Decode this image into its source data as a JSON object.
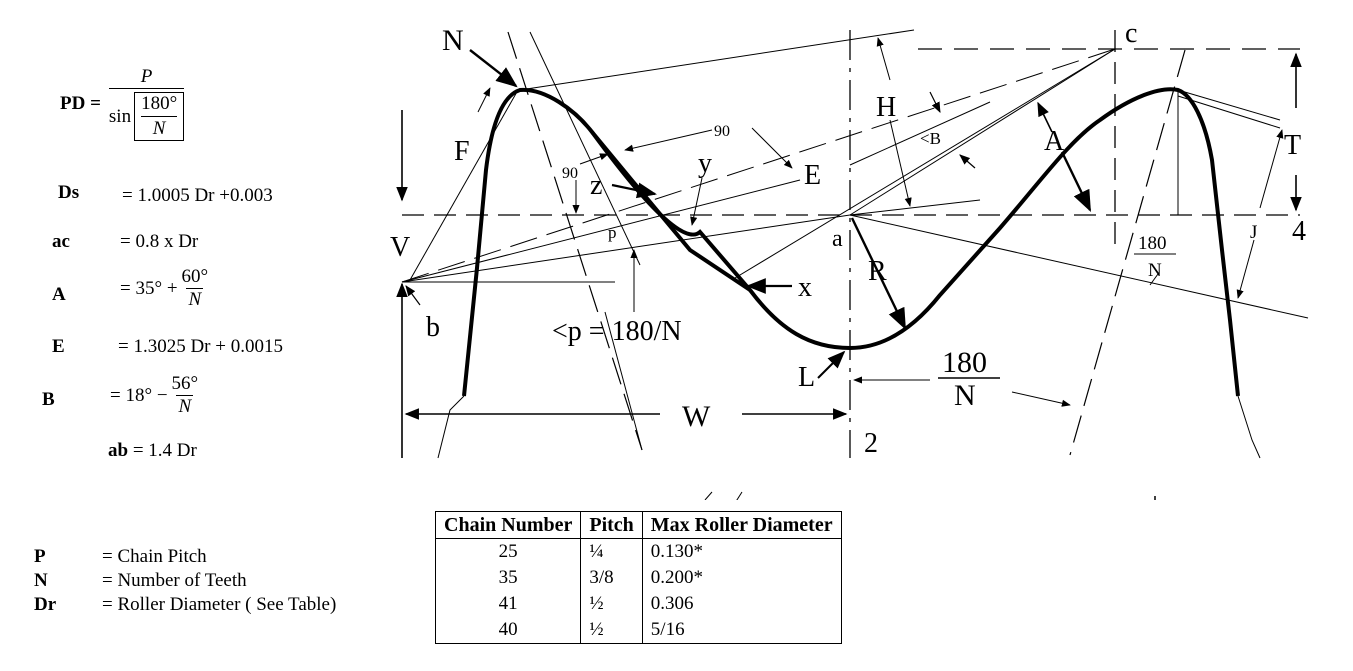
{
  "formulas": {
    "pd": {
      "label": "PD =",
      "num": "P",
      "sin": "sin",
      "angle": "180°",
      "den": "N"
    },
    "ds": {
      "label": "Ds",
      "expr": "= 1.0005 Dr +0.003"
    },
    "ac": {
      "label": "ac",
      "expr": "= 0.8 x Dr"
    },
    "a": {
      "label": "A",
      "lead": "= 35° +",
      "num": "60°",
      "den": "N"
    },
    "e": {
      "label": "E",
      "expr": "= 1.3025 Dr + 0.0015"
    },
    "b": {
      "label": "B",
      "lead": "= 18° −",
      "num": "56°",
      "den": "N"
    },
    "ab": {
      "label": "ab",
      "expr": "= 1.4 Dr"
    }
  },
  "legend": [
    {
      "symbol": "P",
      "desc": "= Chain Pitch"
    },
    {
      "symbol": "N",
      "desc": "= Number of Teeth"
    },
    {
      "symbol": "Dr",
      "desc": "= Roller Diameter ( See Table)"
    }
  ],
  "diagram_labels": {
    "N": "N",
    "c": "c",
    "H": "H",
    "T": "T",
    "F": "F",
    "angle_b": "<B",
    "A": "A",
    "ninety_top": "90",
    "ninety_left": "90",
    "y": "y",
    "z": "z",
    "E": "E",
    "V": "V",
    "p": "p",
    "a": "a",
    "j": "J",
    "four": "4",
    "frac_small_num": "180",
    "frac_small_den": "N",
    "R": "R",
    "x": "x",
    "b": "b",
    "angle_p": "<p = 180/N",
    "L": "L",
    "frac_big_num": "180",
    "frac_big_den": "N",
    "W": "W",
    "two": "2"
  },
  "table": {
    "headers": [
      "Chain Number",
      "Pitch",
      "Max Roller Diameter"
    ],
    "rows": [
      [
        "25",
        "¼",
        "0.130*"
      ],
      [
        "35",
        "3/8",
        "0.200*"
      ],
      [
        "41",
        "½",
        "0.306"
      ],
      [
        "40",
        "½",
        "5/16"
      ]
    ]
  }
}
